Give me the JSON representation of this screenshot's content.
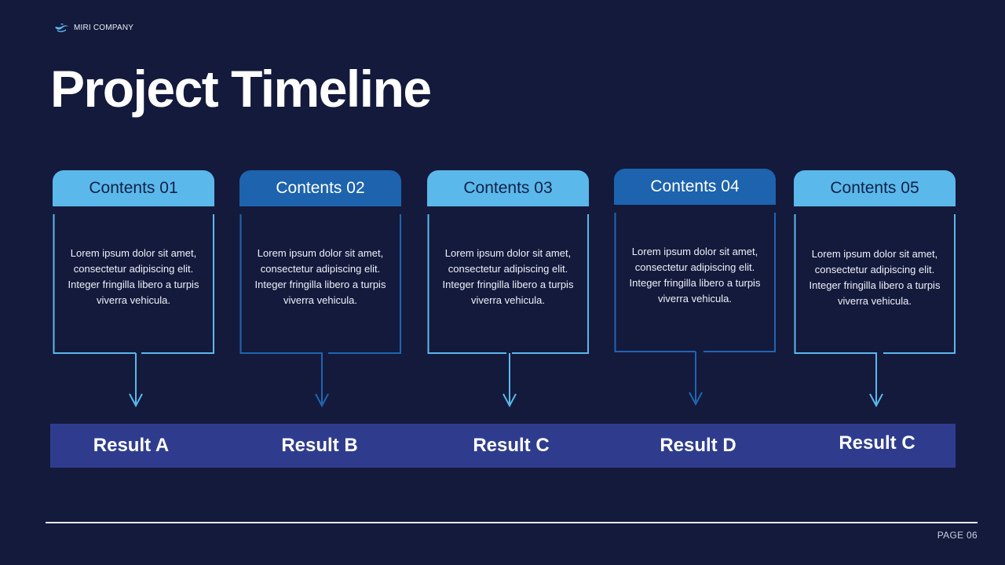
{
  "brand": {
    "name": "MIRI COMPANY",
    "logo_icon": "wave-bird-logo-icon"
  },
  "title": "Project Timeline",
  "colors": {
    "background": "#141a3c",
    "tab_light": "#5bb8ea",
    "tab_dark": "#1d63ad",
    "result_bar": "#2f3c8e",
    "line_light": "#5bb8ea",
    "line_dark": "#1f66b3"
  },
  "steps": [
    {
      "label": "Contents 01",
      "text": "Lorem ipsum dolor sit amet, consectetur adipiscing elit. Integer fringilla libero a turpis viverra vehicula.",
      "result": "Result A",
      "style": "light"
    },
    {
      "label": "Contents 02",
      "text": "Lorem ipsum dolor sit amet, consectetur adipiscing elit. Integer fringilla libero a turpis viverra vehicula.",
      "result": "Result B",
      "style": "dark"
    },
    {
      "label": "Contents 03",
      "text": "Lorem ipsum dolor sit amet, consectetur adipiscing elit. Integer fringilla libero a turpis viverra vehicula.",
      "result": "Result C",
      "style": "light"
    },
    {
      "label": "Contents 04",
      "text": "Lorem ipsum dolor sit amet, consectetur adipiscing elit. Integer fringilla libero a turpis viverra vehicula.",
      "result": "Result D",
      "style": "dark"
    },
    {
      "label": "Contents 05",
      "text": "Lorem ipsum dolor sit amet, consectetur adipiscing elit. Integer fringilla libero a turpis viverra vehicula.",
      "result": "Result C",
      "style": "light"
    }
  ],
  "footer": {
    "page": "PAGE 06"
  }
}
